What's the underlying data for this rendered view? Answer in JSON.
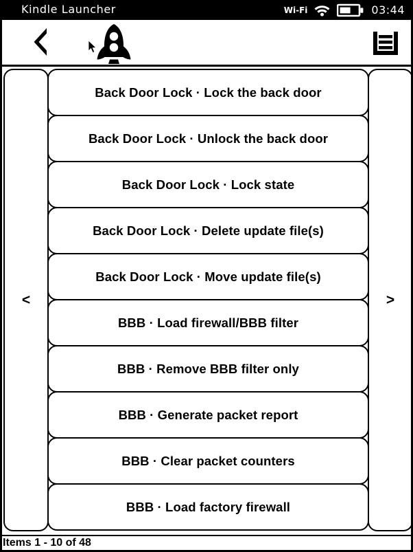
{
  "statusbar": {
    "title": "Kindle Launcher",
    "wifi_label": "Wi-Fi",
    "wifi_icon": "wifi-icon",
    "battery_icon": "battery-icon",
    "battery_level_percent": 55,
    "clock": "03:44"
  },
  "header": {
    "back_icon": "chevron-left-icon",
    "logo_icon": "rocket-icon",
    "menu_icon": "hamburger-menu-icon"
  },
  "pager": {
    "prev_label": "<",
    "next_label": ">"
  },
  "list": {
    "items": [
      {
        "label": "Back Door Lock · Lock the back door"
      },
      {
        "label": "Back Door Lock · Unlock the back door"
      },
      {
        "label": "Back Door Lock · Lock state"
      },
      {
        "label": "Back Door Lock · Delete update file(s)"
      },
      {
        "label": "Back Door Lock · Move update file(s)"
      },
      {
        "label": "BBB · Load firewall/BBB filter"
      },
      {
        "label": "BBB · Remove BBB filter only"
      },
      {
        "label": "BBB · Generate packet report"
      },
      {
        "label": "BBB · Clear packet counters"
      },
      {
        "label": "BBB · Load factory firewall"
      }
    ]
  },
  "footer": {
    "status": "Items 1 - 10 of 48"
  },
  "colors": {
    "background": "#ffffff",
    "foreground": "#000000",
    "statusbar_bg": "#000000",
    "statusbar_fg": "#ffffff"
  }
}
